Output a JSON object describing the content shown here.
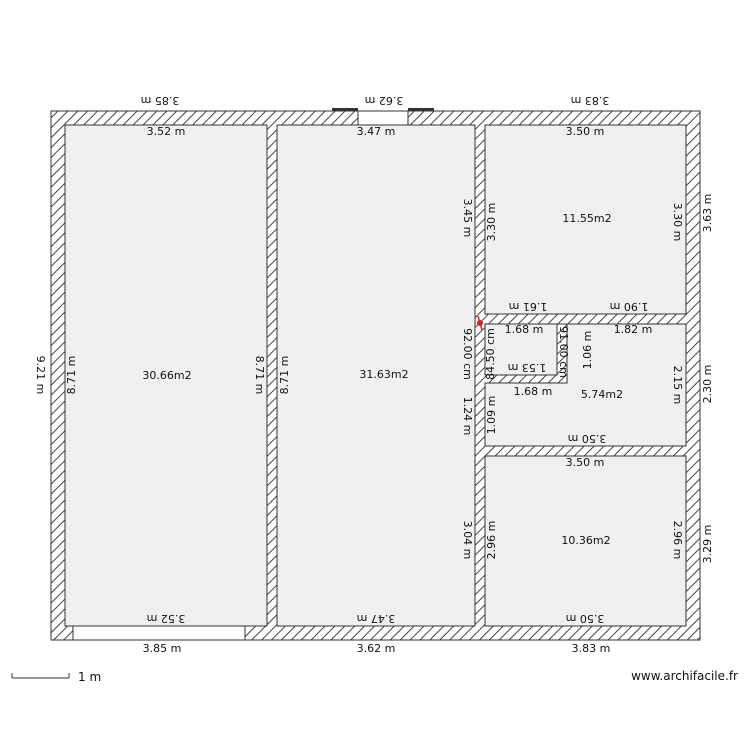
{
  "plan": {
    "rooms": [
      {
        "id": "room-1",
        "area": "30.66m2"
      },
      {
        "id": "room-2",
        "area": "31.63m2"
      },
      {
        "id": "room-3",
        "area": "11.55m2"
      },
      {
        "id": "room-4",
        "area": "5.74m2"
      },
      {
        "id": "room-5",
        "area": "10.36m2"
      }
    ],
    "dimensions": {
      "top_outer": [
        "3.85 m",
        "3.62 m",
        "3.83 m"
      ],
      "top_inner": [
        "3.52 m",
        "3.47 m",
        "3.50 m"
      ],
      "bottom_outer": [
        "3.85 m",
        "3.62 m",
        "3.83 m"
      ],
      "bottom_inner": [
        "3.52 m",
        "3.47 m",
        "3.50 m"
      ],
      "left_outer": "9.21 m",
      "left_inner": "8.71 m",
      "wall1_left": "8.71 m",
      "wall1_right": "8.71 m",
      "right_outer": [
        "3.63 m",
        "2.30 m",
        "3.29 m"
      ],
      "right_inner": [
        "3.30 m",
        "2.15 m",
        "2.96 m"
      ],
      "room3_left": "3.30 m",
      "wall2_segments": [
        "3.45 m",
        "92.00 cm",
        "1.24 m",
        "3.04 m"
      ],
      "room3_bottom": [
        "1.61 m",
        "1.90 m"
      ],
      "room4_top": [
        "1.68 m",
        "1.82 m"
      ],
      "room4_inner_h": [
        "91.00 cm",
        "1.06 m"
      ],
      "closet": [
        "84.50 cm",
        "1.53 m",
        "1.68 m",
        "1.09 m"
      ],
      "room4_bottom": "3.50 m",
      "room5_top": "3.50 m",
      "room5_left": "2.96 m"
    }
  },
  "scale": {
    "label": "1 m"
  },
  "brand": {
    "text": "www.archifacile.fr"
  },
  "colors": {
    "room_fill": "#f0f0f0",
    "wall": "#333333",
    "marker": "#e02020"
  }
}
